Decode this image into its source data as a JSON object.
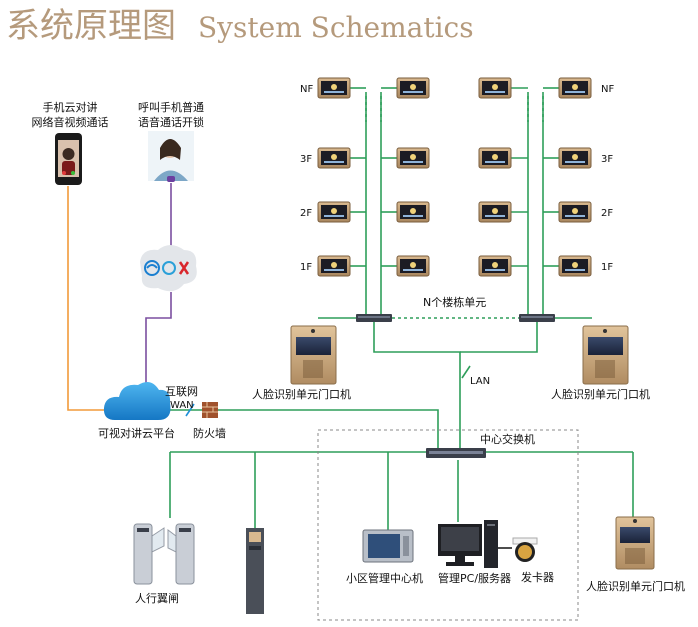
{
  "title": {
    "cn": "系统原理图",
    "en": "System Schematics"
  },
  "floors": [
    "NF",
    "3F",
    "2F",
    "1F"
  ],
  "labels": {
    "phone_app": [
      "手机云对讲",
      "网络音视频通话"
    ],
    "phone_call": [
      "呼叫手机普通",
      "语音通话开锁"
    ],
    "units": "N个楼栋单元",
    "face_panel_left": "人脸识别单元门口机",
    "face_panel_right": "人脸识别单元门口机",
    "face_panel_bottom": "人脸识别单元门口机",
    "lan": "LAN",
    "internet": "互联网",
    "wan": "WAN",
    "cloud_platform": "可视对讲云平台",
    "firewall": "防火墙",
    "core_switch": "中心交换机",
    "turnstile": "人行翼闸",
    "management_center": "小区管理中心机",
    "management_pc": "管理PC/服务器",
    "card_issuer": "发卡器"
  },
  "colors": {
    "title": "#b59a7c",
    "green_bus": "#2e9e5a",
    "orange_link": "#f29a3a",
    "purple_link": "#7b4fa0",
    "cloud": "#1e8fd8",
    "firewall": "#a0522d",
    "panel_gold": "#c9a57a"
  },
  "icons": {
    "monitor": "indoor-monitor-icon",
    "switch": "network-switch-icon",
    "cloud": "cloud-icon",
    "firewall": "firewall-icon",
    "phone": "smartphone-icon",
    "operator": "call-center-icon",
    "carriers": "telecom-carriers-icon",
    "turnstile": "turnstile-icon",
    "pc": "desktop-pc-icon",
    "card_reader": "card-reader-icon"
  }
}
